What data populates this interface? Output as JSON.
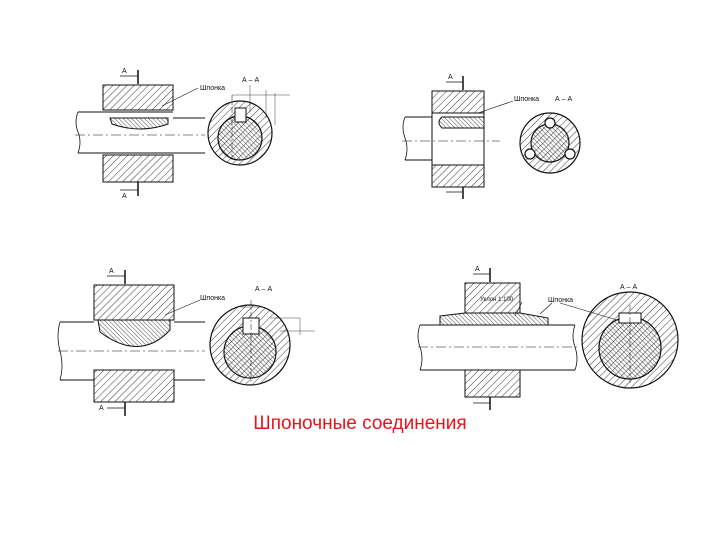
{
  "caption": "Шпоночные соединения",
  "caption_color": "#e8141c",
  "figures": {
    "fig1": {
      "section_mark": "А",
      "key_label": "Шпонка",
      "section_label": "А – А"
    },
    "fig2": {
      "section_mark": "А",
      "key_label": "Шпонка",
      "section_label": "А – А"
    },
    "fig3": {
      "section_mark": "А",
      "key_label": "Шпонка",
      "section_label": "А – А"
    },
    "fig4": {
      "section_mark": "А",
      "key_label": "Шпонка",
      "section_label": "А – А",
      "taper_label": "Уклон 1:100"
    }
  }
}
